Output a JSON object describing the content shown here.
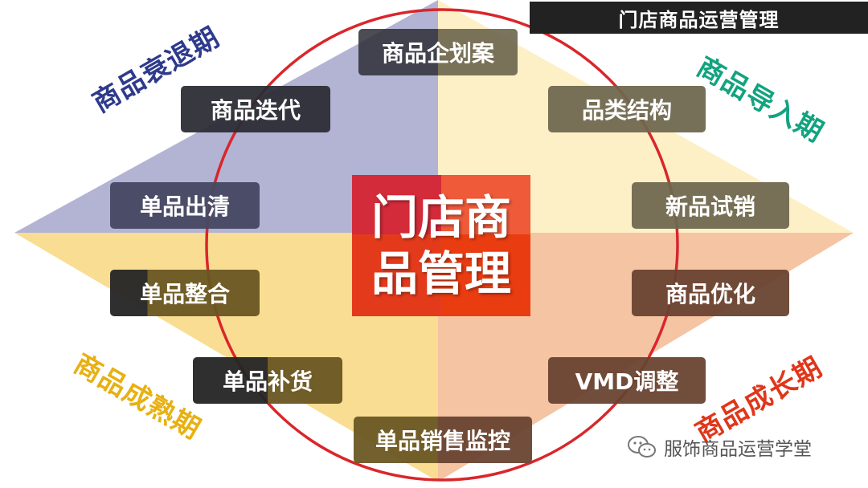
{
  "header": {
    "title": "门店商品运营管理"
  },
  "center": {
    "line1": "门店商",
    "line2": "品管理"
  },
  "phases": {
    "decline": "商品衰退期",
    "intro": "商品导入期",
    "maturity": "商品成熟期",
    "growth": "商品成长期"
  },
  "steps": {
    "planning": "商品企划案",
    "category": "品类结构",
    "trial": "新品试销",
    "optimize": "商品优化",
    "vmd": "VMD调整",
    "monitor": "单品销售监控",
    "replenish": "单品补货",
    "integrate": "单品整合",
    "clearance": "单品出清",
    "iterate": "商品迭代"
  },
  "watermark": {
    "text": "服饰商品运营学堂",
    "icon": "wechat-icon"
  },
  "colors": {
    "quadrant_top_left": "#b3b3d3",
    "quadrant_top_right": "#fdf0c6",
    "quadrant_bottom_left": "#f9dd92",
    "quadrant_bottom_right": "#f4c4a3",
    "center_top_left": "#d32b39",
    "center_top_right": "#ef5a39",
    "center_bottom_left": "#e43a1c",
    "center_bottom_right": "#ea3c11",
    "ring": "#d9262b",
    "phase_decline": "#2e3a8c",
    "phase_intro": "#12a37f",
    "phase_maturity": "#e8b011",
    "phase_growth": "#e0361a"
  }
}
